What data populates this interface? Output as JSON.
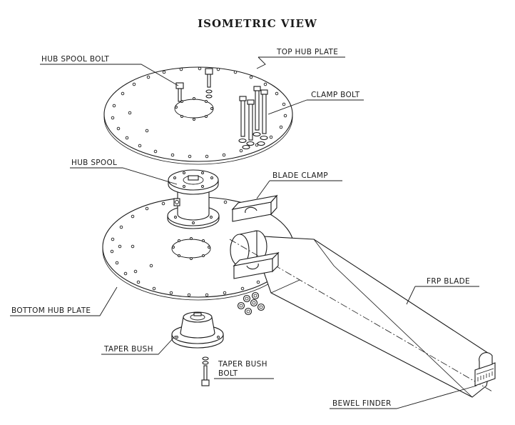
{
  "title": "ISOMETRIC VIEW",
  "labels": {
    "hub_spool_bolt": "HUB SPOOL BOLT",
    "top_hub_plate": "TOP HUB PLATE",
    "clamp_bolt": "CLAMP BOLT",
    "hub_spool": "HUB SPOOL",
    "blade_clamp": "BLADE CLAMP",
    "frp_blade": "FRP BLADE",
    "bottom_hub_plate": "BOTTOM HUB PLATE",
    "taper_bush": "TAPER BUSH",
    "taper_bush_bolt_line1": "TAPER BUSH",
    "taper_bush_bolt_line2": "BOLT",
    "bewel_finder": "BEWEL FINDER"
  },
  "colors": {
    "line": "#1a1a1a",
    "background": "#ffffff"
  }
}
